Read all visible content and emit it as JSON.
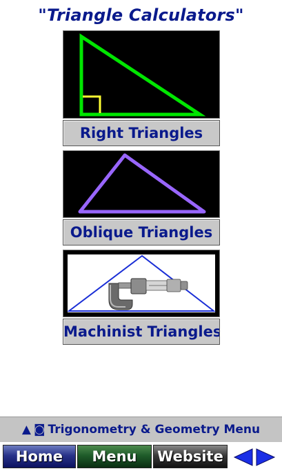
{
  "header": {
    "quote_open": "\"",
    "title": "Triangle Calculators",
    "quote_close": "\""
  },
  "calculators": [
    {
      "label": "Right Triangles",
      "image": "right-triangle-icon"
    },
    {
      "label": "Oblique Triangles",
      "image": "oblique-triangle-icon"
    },
    {
      "label": "Machinist Triangles",
      "image": "micrometer-triangle-icon"
    }
  ],
  "menu_bar": {
    "up_glyph": "▲",
    "square_glyph": "◙",
    "label": "Trigonometry & Geometry Menu"
  },
  "nav": {
    "home": "Home",
    "menu": "Menu",
    "website": "Website",
    "prev_icon": "left-arrow-icon",
    "next_icon": "right-arrow-icon"
  },
  "colors": {
    "title_blue": "#0a1a8c",
    "right_triangle_green": "#00e600",
    "right_angle_yellow": "#ffff33",
    "oblique_purple": "#9966ff",
    "machinist_blue": "#1a2ed6",
    "arrow_blue": "#1a2ee6"
  }
}
